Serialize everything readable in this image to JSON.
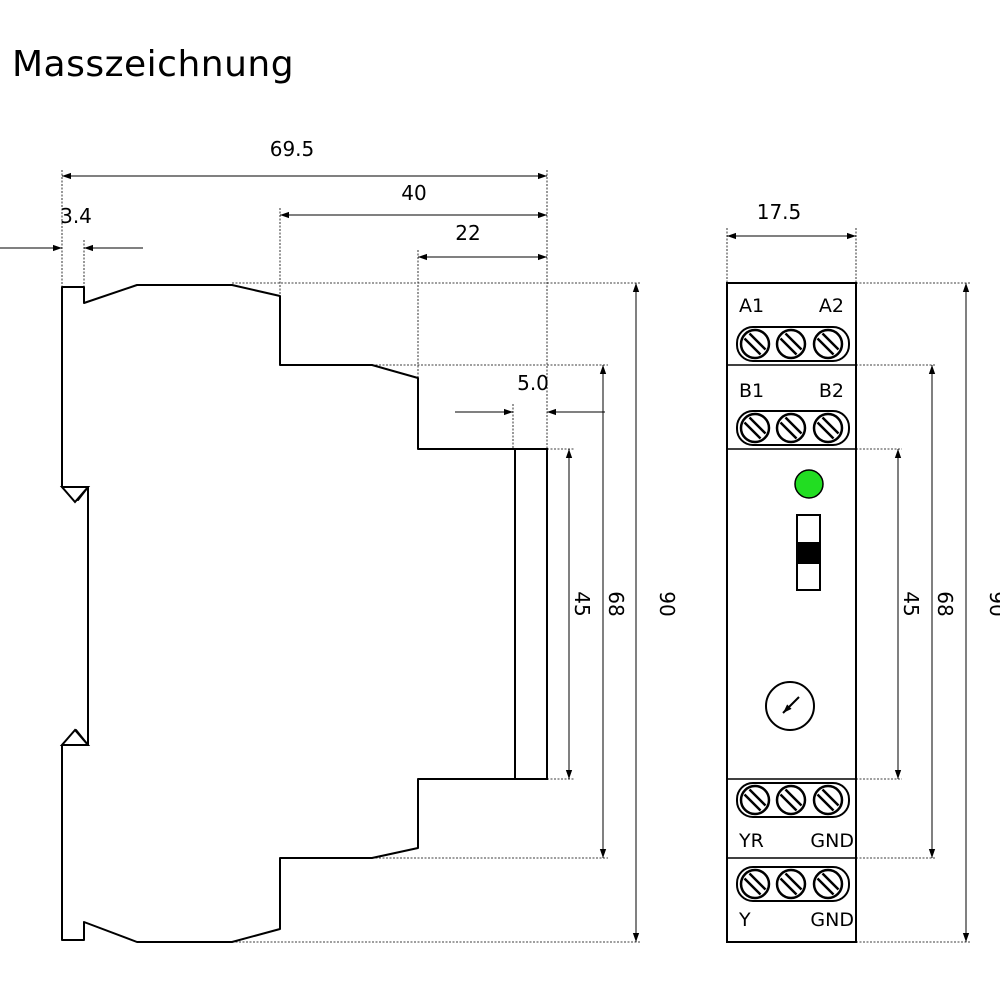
{
  "title": "Masszeichnung",
  "side_view": {
    "dims": {
      "total_depth": "69.5",
      "depth_40": "40",
      "depth_22": "22",
      "clip_3_4": "3.4",
      "front_5_0": "5.0",
      "h45": "45",
      "h68": "68",
      "h90": "90"
    }
  },
  "front_view": {
    "dims": {
      "width": "17.5",
      "h45": "45",
      "h68": "68",
      "h90": "90"
    },
    "terminals": {
      "top1_left": "A1",
      "top1_right": "A2",
      "top2_left": "B1",
      "top2_right": "B2",
      "bot1_left": "YR",
      "bot1_right": "GND",
      "bot2_left": "Y",
      "bot2_right": "GND"
    },
    "led_color": "#22dd22",
    "icons": [
      "led-indicator-icon",
      "slide-switch-icon",
      "potentiometer-dial-icon",
      "screw-terminal-icon"
    ]
  }
}
